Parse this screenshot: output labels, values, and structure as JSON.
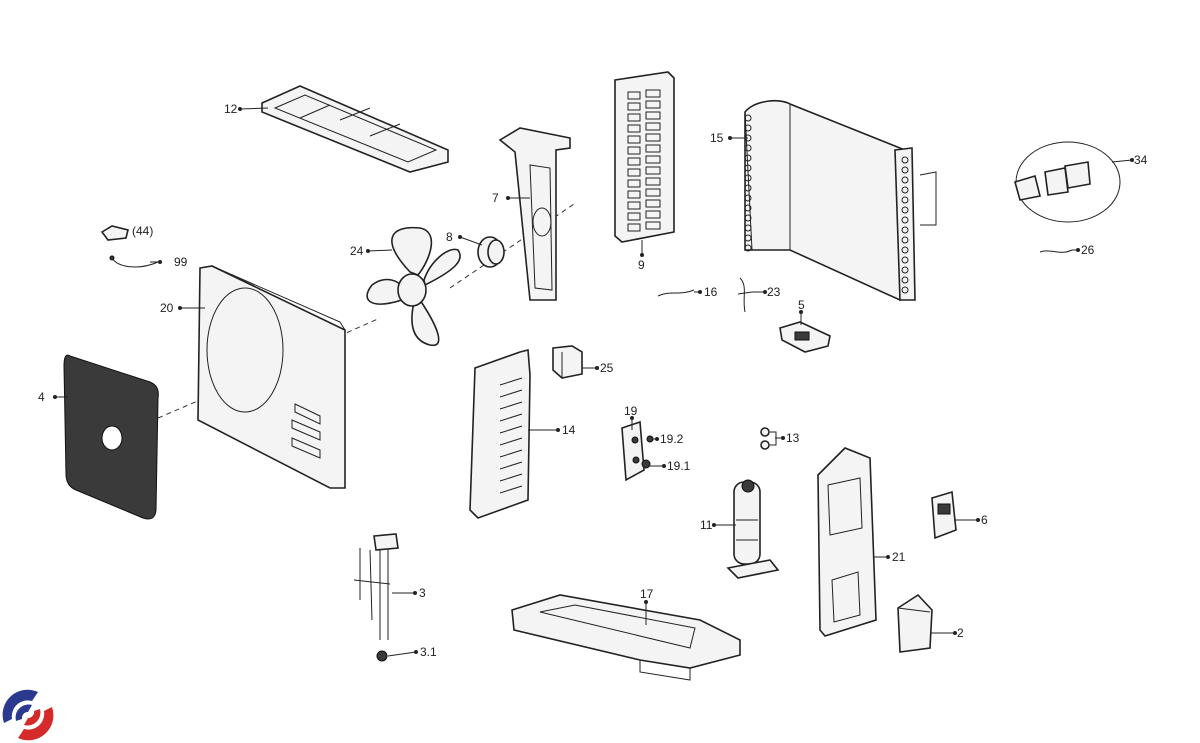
{
  "diagram": {
    "labels": {
      "p12": "12",
      "p44": "(44)",
      "p99": "99",
      "p20": "20",
      "p4": "4",
      "p24": "24",
      "p8": "8",
      "p7": "7",
      "p9": "9",
      "p15": "15",
      "p34": "34",
      "p26": "26",
      "p16": "16",
      "p23": "23",
      "p5": "5",
      "p25": "25",
      "p14": "14",
      "p19": "19",
      "p19_2": "19.2",
      "p19_1": "19.1",
      "p13": "13",
      "p11": "11",
      "p21": "21",
      "p6": "6",
      "p2": "2",
      "p17": "17",
      "p3": "3",
      "p3_1": "3.1"
    }
  },
  "logo": {
    "colors": {
      "blue": "#2b3a8f",
      "red": "#d42a2a"
    }
  }
}
